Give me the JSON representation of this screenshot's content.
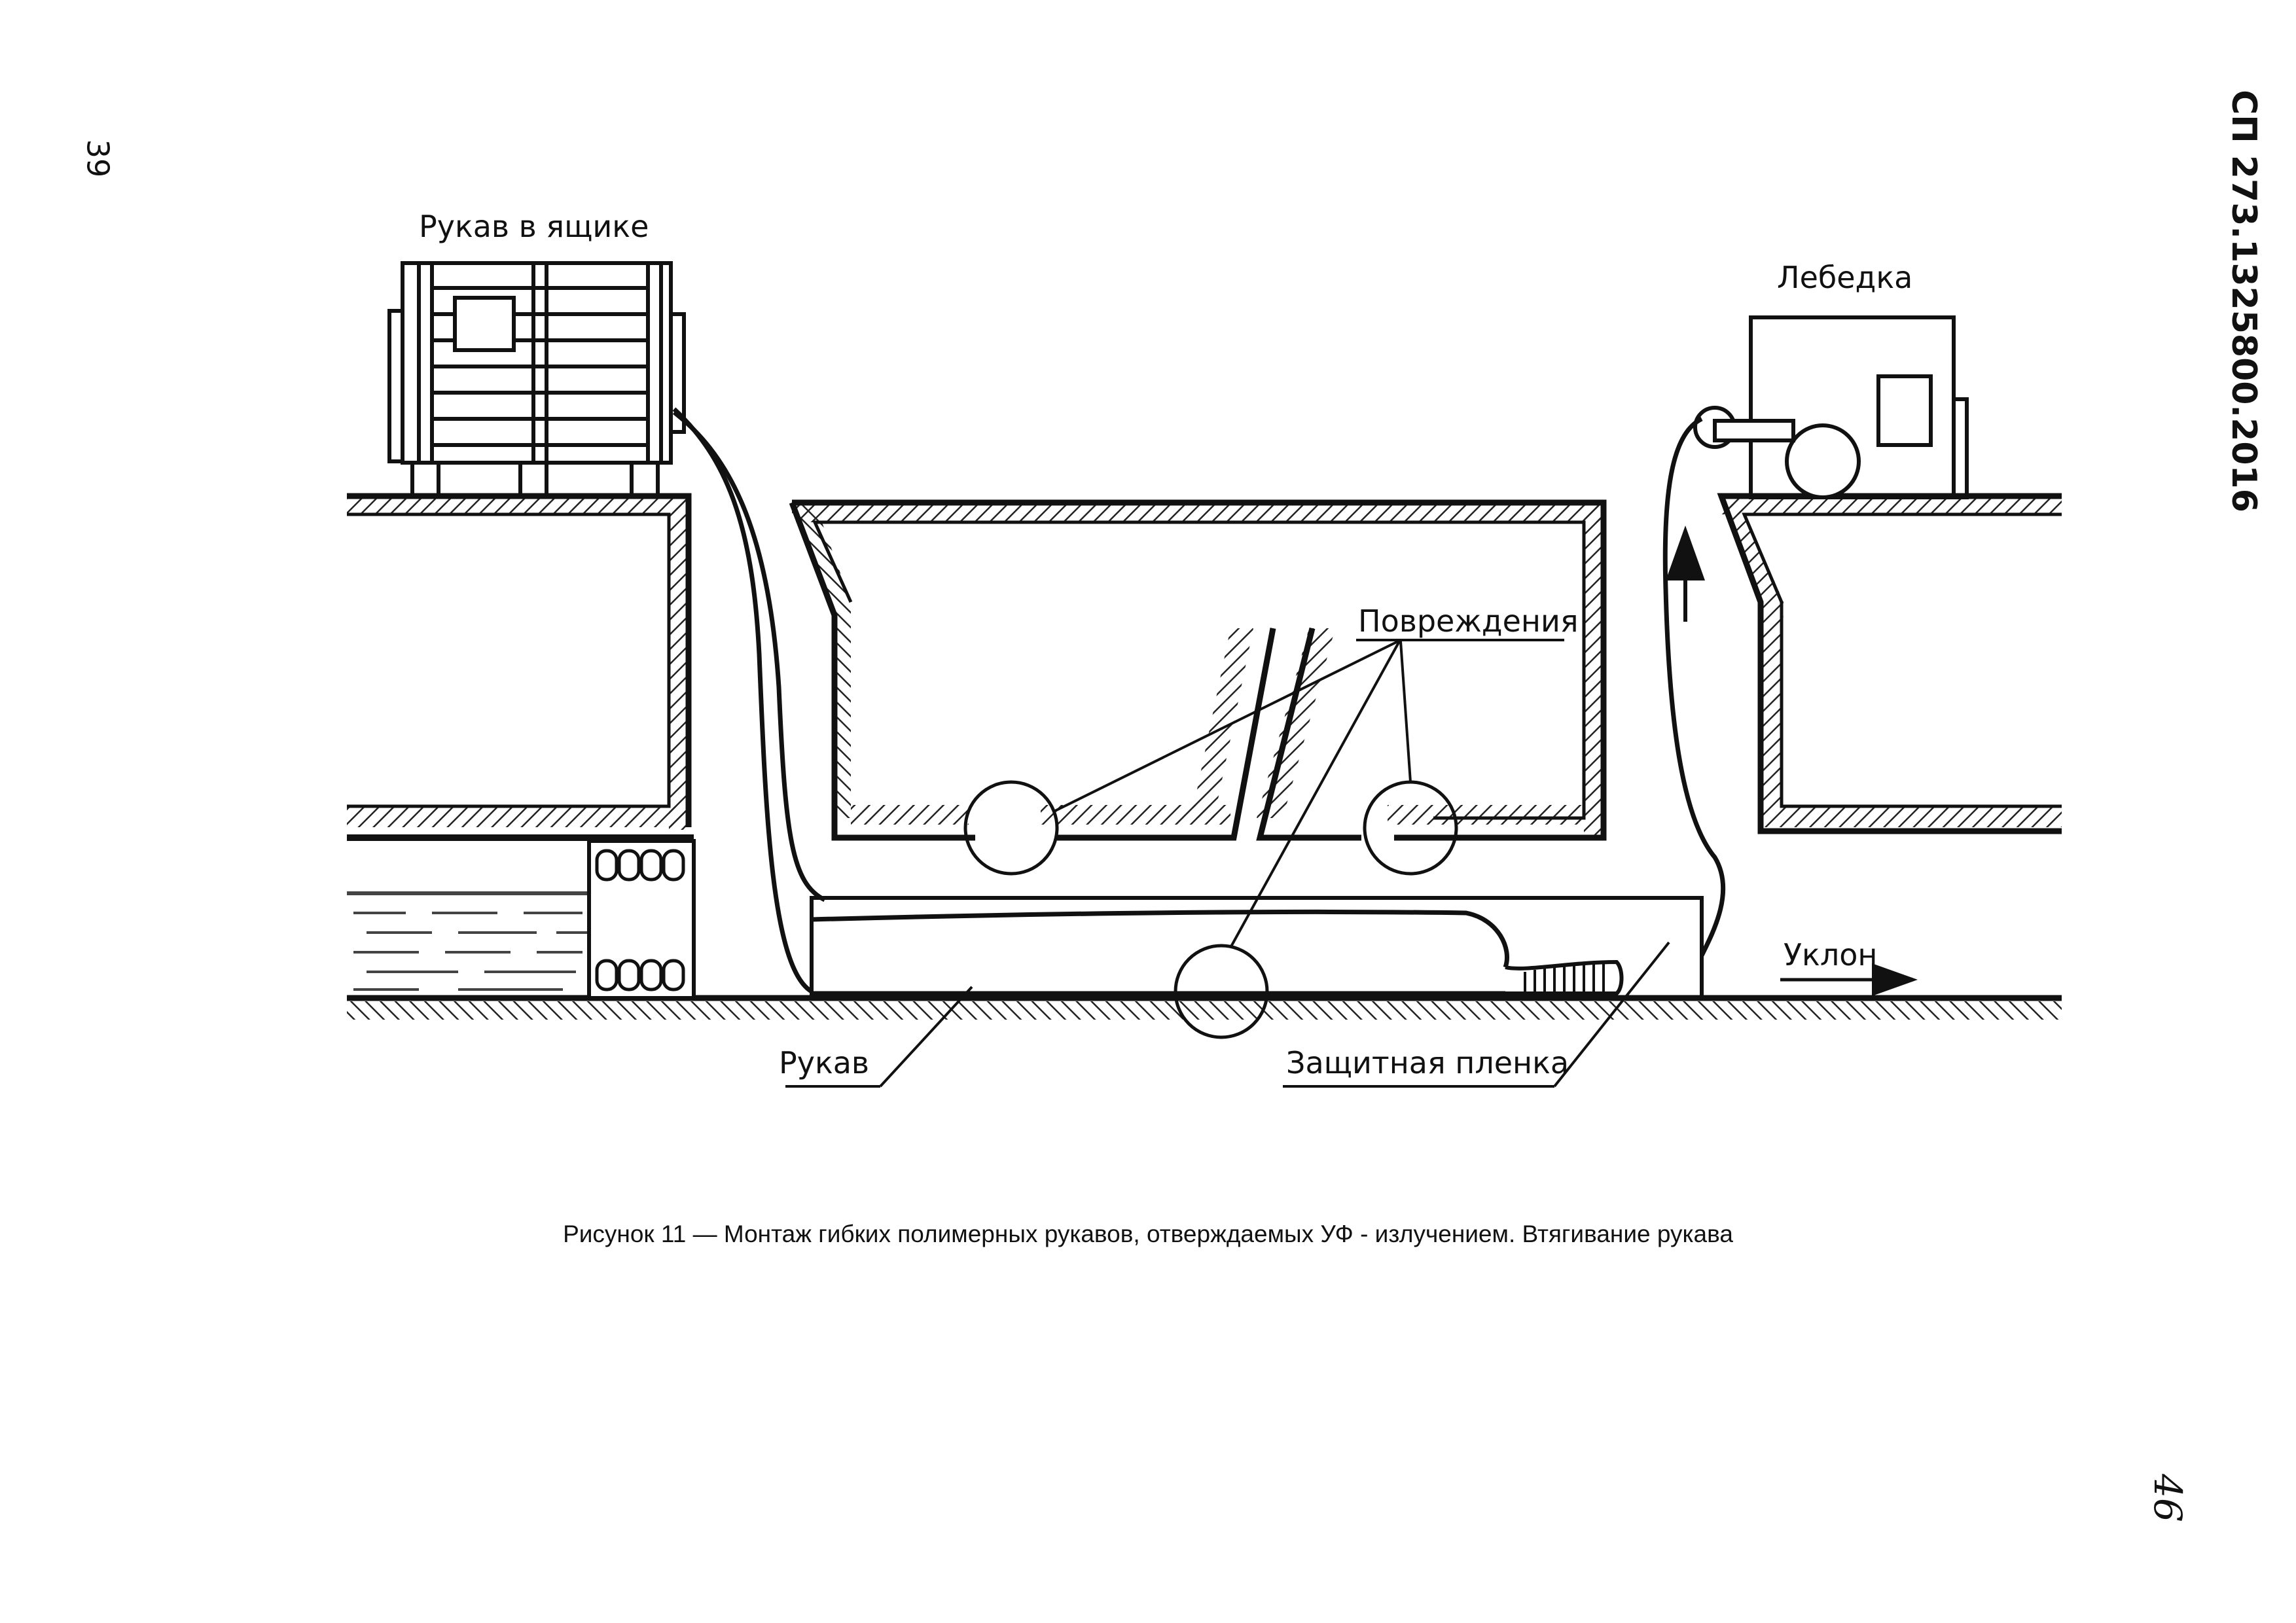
{
  "page": {
    "page_number": "39",
    "standard_number": "СП 273.1325800.2016",
    "handwritten_number": "46"
  },
  "figure": {
    "labels": {
      "box": "Рукав в ящике",
      "winch": "Лебедка",
      "damage": "Повреждения",
      "slope": "Уклон",
      "hose": "Рукав",
      "film": "Защитная пленка"
    },
    "caption": "Рисунок 11 — Монтаж гибких полимерных рукавов, отверждаемых УФ - излучением. Втягивание рукава"
  }
}
